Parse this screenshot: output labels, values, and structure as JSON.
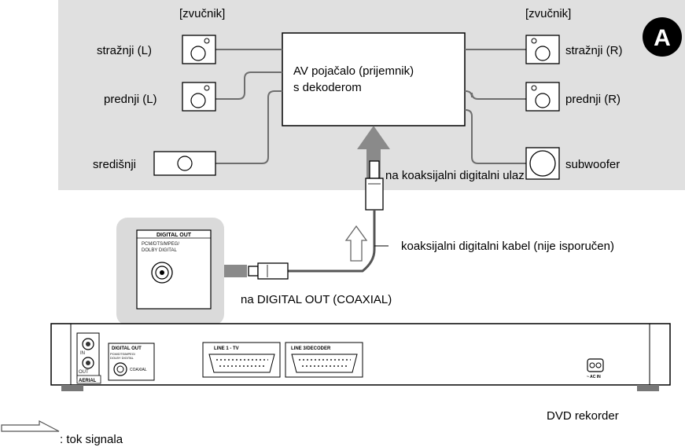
{
  "badge": "A",
  "speaker_heading_left": "[zvučnik]",
  "speaker_heading_right": "[zvučnik]",
  "speakers": {
    "rear_left": "stražnji (L)",
    "front_left": "prednji (L)",
    "center": "središnji",
    "rear_right": "stražnji (R)",
    "front_right": "prednji (R)",
    "subwoofer": "subwoofer"
  },
  "amplifier": {
    "line1": "AV pojačalo (prijemnik)",
    "line2": "s dekoderom"
  },
  "labels": {
    "coax_input": "na koaksijalni digitalni ulaz",
    "coax_cable": "koaksijalni digitalni kabel (nije isporučen)",
    "digital_out": "na DIGITAL OUT (COAXIAL)",
    "recorder": "DVD rekorder",
    "legend": ": tok signala"
  },
  "zoom_panel": {
    "title": "DIGITAL OUT",
    "subtitle1": "PCM/DTS/MPEG/",
    "subtitle2": "DOLBY DIGITAL"
  },
  "rear_panel": {
    "in_label": "IN",
    "out_label": "OUT",
    "aerial_label": "AERIAL",
    "digital_out_title": "DIGITAL OUT",
    "digital_out_sub1": "PCM/DTS/MPEG/",
    "digital_out_sub2": "DOLBY DIGITAL",
    "coaxial_label": "COAXIAL",
    "line1_label": "LINE 1 - TV",
    "line3_label": "LINE 3/DECODER",
    "ac_in_label": "~ AC IN"
  },
  "colors": {
    "panel_bg": "#e0e0e0",
    "signal_arrow": "#8a8a8a",
    "cable": "#6e6e6e"
  }
}
